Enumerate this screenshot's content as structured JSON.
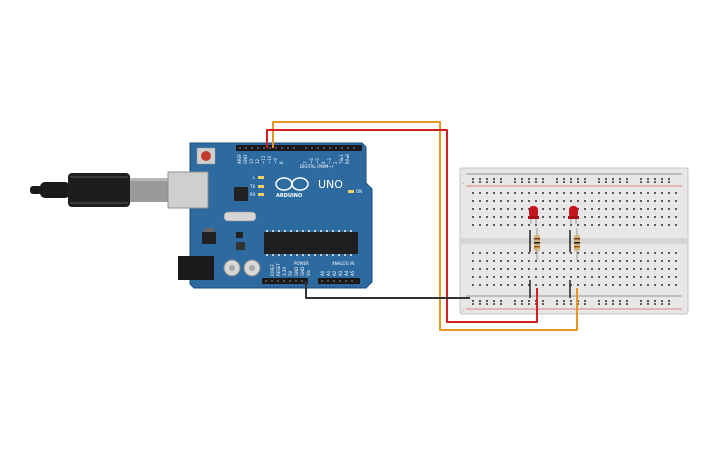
{
  "arduino": {
    "brand": "ARDUINO",
    "model": "UNO",
    "digital_label": "DIGITAL (PWM~)",
    "power_label": "POWER",
    "analog_label": "ANALOG IN",
    "on_label": "ON",
    "tx_label": "TX",
    "rx_label": "RX",
    "l_label": "L",
    "aref": "AREF",
    "gnd": "GND",
    "d13": "13",
    "d12": "12",
    "d11": "~11",
    "d10": "~10",
    "d9": "~9",
    "d8": "8",
    "d7": "7",
    "d6": "~6",
    "d5": "~5",
    "d4": "4",
    "d3": "~3",
    "d2": "2",
    "d1": "TX▸1",
    "d0": "RX◂0",
    "ioref": "IOREF",
    "reset": "RESET",
    "v33": "3.3V",
    "v5": "5V",
    "gnd1": "GND",
    "gnd2": "GND",
    "vin": "Vin",
    "a0": "A0",
    "a1": "A1",
    "a2": "A2",
    "a3": "A3",
    "a4": "A4",
    "a5": "A5"
  },
  "colors": {
    "board": "#2c6aa0",
    "wire_red": "#d42020",
    "wire_orange": "#e8961e",
    "wire_black": "#333333",
    "led": "#c8141e"
  },
  "breadboard": {
    "plus": "+",
    "minus": "-"
  }
}
